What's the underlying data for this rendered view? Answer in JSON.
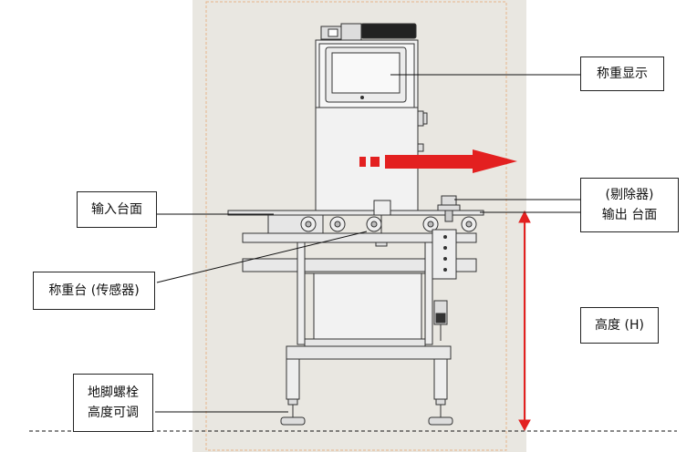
{
  "labels": {
    "weight_display": "称重显示",
    "infeed_table": "输入台面",
    "rejector_line1": "(剔除器)",
    "rejector_line2": "输出 台面",
    "weigh_table": "称重台 (传感器)",
    "height": "高度 (H)",
    "feet_line1": "地脚螺栓",
    "feet_line2": "高度可调"
  },
  "colors": {
    "background_panel": "#e9e7e1",
    "panel_border": "#e8b48a",
    "arrow": "#e32020",
    "machine_line": "#333333",
    "machine_fill": "#f1f1f1"
  }
}
